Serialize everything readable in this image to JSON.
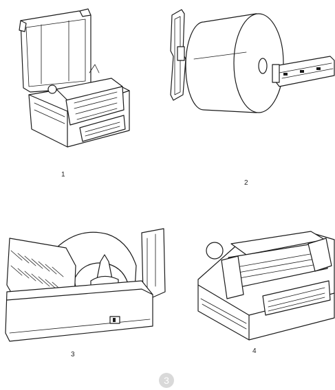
{
  "steps": [
    {
      "number": "1",
      "illustration": "printer-open-cover"
    },
    {
      "number": "2",
      "illustration": "label-roll-and-spindle"
    },
    {
      "number": "3",
      "illustration": "roll-loaded-in-printer"
    },
    {
      "number": "4",
      "illustration": "print-mechanism-closeup"
    }
  ],
  "page_number": "3",
  "colors": {
    "line": "#1a1a1a",
    "badge": "#d9d9d9",
    "badge_text": "#ffffff"
  }
}
